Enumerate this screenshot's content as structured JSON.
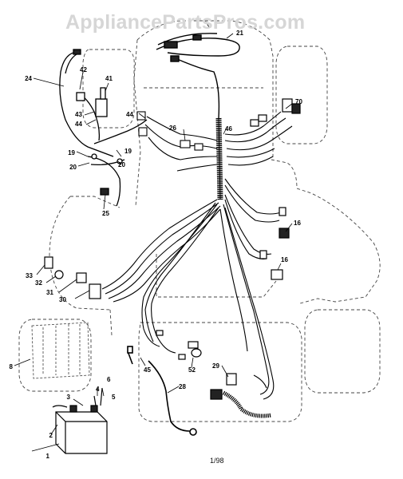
{
  "watermark": "AppliancePartsPros.com",
  "date_code": "1/98",
  "callouts": [
    {
      "label": "1"
    },
    {
      "label": "2"
    },
    {
      "label": "3"
    },
    {
      "label": "4"
    },
    {
      "label": "5"
    },
    {
      "label": "6"
    },
    {
      "label": "8"
    },
    {
      "label": "16"
    },
    {
      "label": "16"
    },
    {
      "label": "19"
    },
    {
      "label": "19"
    },
    {
      "label": "20"
    },
    {
      "label": "20"
    },
    {
      "label": "21"
    },
    {
      "label": "24"
    },
    {
      "label": "25"
    },
    {
      "label": "26"
    },
    {
      "label": "28"
    },
    {
      "label": "29"
    },
    {
      "label": "30"
    },
    {
      "label": "31"
    },
    {
      "label": "32"
    },
    {
      "label": "33"
    },
    {
      "label": "41"
    },
    {
      "label": "42"
    },
    {
      "label": "43"
    },
    {
      "label": "44"
    },
    {
      "label": "44"
    },
    {
      "label": "45"
    },
    {
      "label": "46"
    },
    {
      "label": "52"
    },
    {
      "label": "70"
    }
  ]
}
